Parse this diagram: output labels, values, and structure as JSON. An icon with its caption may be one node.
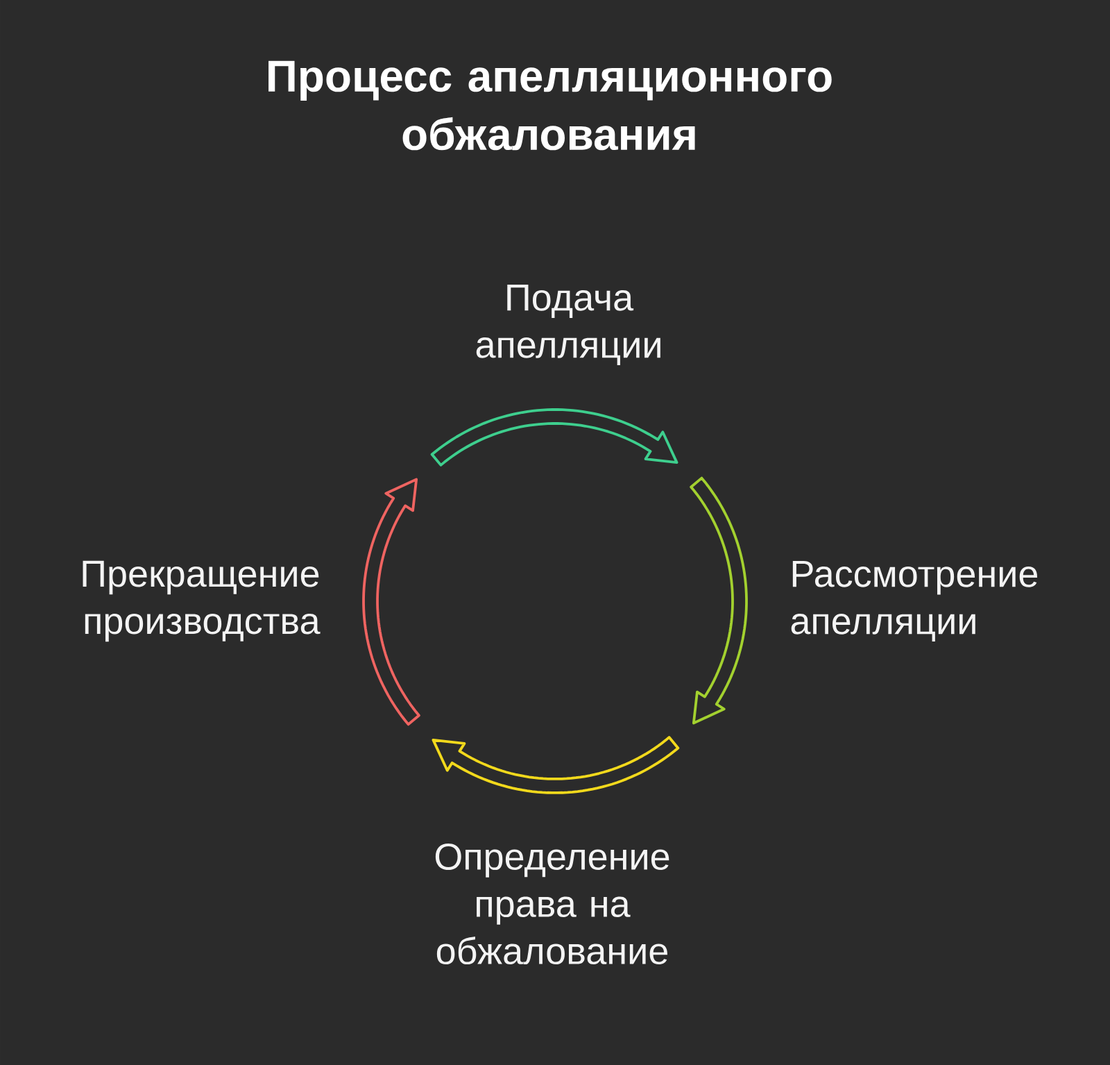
{
  "diagram": {
    "title": "Процесс апелляционного обжалования",
    "nodes": [
      {
        "text": [
          "Подача апелляции"
        ]
      },
      {
        "text": [
          "Рассмотрение апелляции"
        ]
      },
      {
        "text": [
          "Определение права на обжалование"
        ]
      },
      {
        "text": [
          "Прекращение производства"
        ]
      }
    ]
  }
}
